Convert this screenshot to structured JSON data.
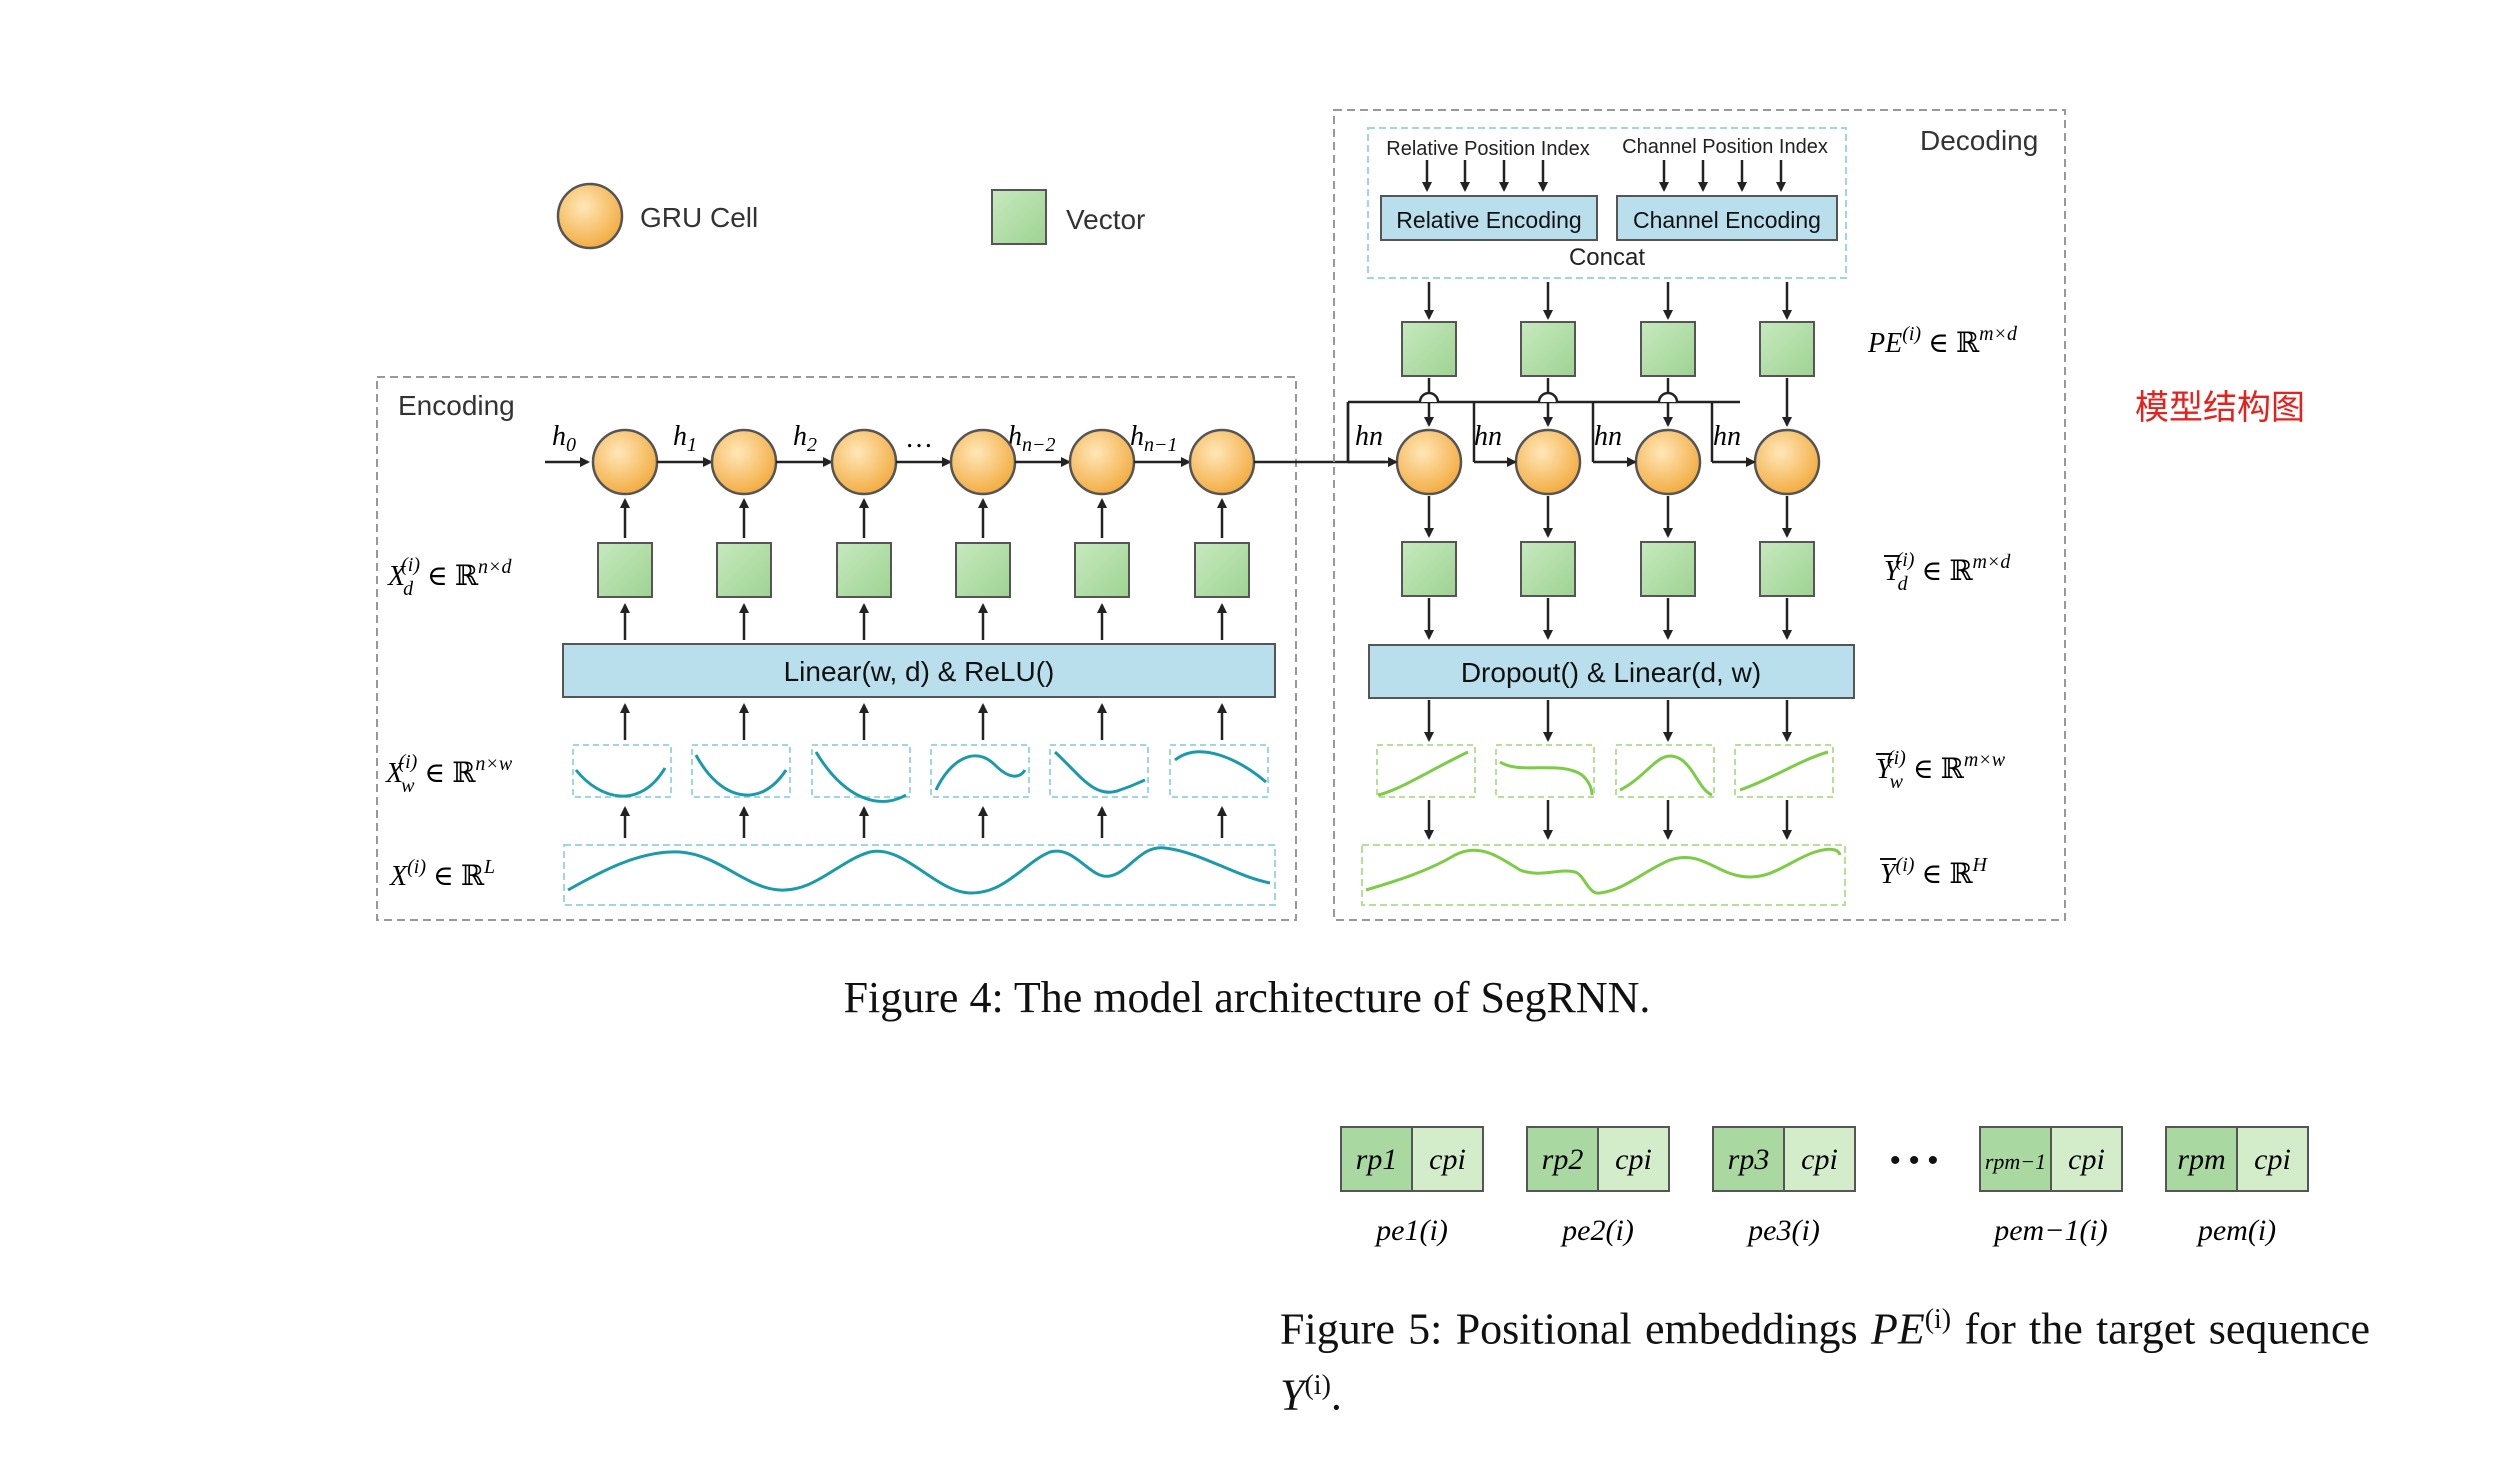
{
  "legend": {
    "gru_cell": "GRU Cell",
    "vector": "Vector"
  },
  "encoding": {
    "title": "Encoding",
    "hidden_labels": [
      "h0",
      "h1",
      "h2",
      "…",
      "hn−2",
      "hn−1"
    ],
    "linear_label": "Linear(w, d) & ReLU()",
    "xd_label": "X_d^(i) ∈ ℝ^(n×d)",
    "xw_label": "X_w^(i) ∈ ℝ^(n×w)",
    "x_label": "X^(i) ∈ ℝ^L"
  },
  "decoding": {
    "title": "Decoding",
    "relative_index": "Relative Position Index",
    "channel_index": "Channel Position Index",
    "relative_encoding": "Relative Encoding",
    "channel_encoding": "Channel Encoding",
    "concat": "Concat",
    "pe_label": "PE^(i) ∈ ℝ^(m×d)",
    "hn_label": "hn",
    "dropout_label": "Dropout() & Linear(d, w)",
    "yd_label": "Ȳ_d^(i) ∈ ℝ^(m×d)",
    "yw_label": "Ȳ_w^(i) ∈ ℝ^(m×w)",
    "y_label": "Ȳ^(i) ∈ ℝ^H"
  },
  "figure4_caption": "Figure 4: The model architecture of SegRNN.",
  "side_note": "模型结构图",
  "figure5": {
    "blocks": [
      {
        "rp": "rp1",
        "cp": "cpi",
        "pe": "pe1(i)"
      },
      {
        "rp": "rp2",
        "cp": "cpi",
        "pe": "pe2(i)"
      },
      {
        "rp": "rp3",
        "cp": "cpi",
        "pe": "pe3(i)"
      },
      {
        "rp": "rpm−1",
        "cp": "cpi",
        "pe": "pem−1(i)"
      },
      {
        "rp": "rpm",
        "cp": "cpi",
        "pe": "pem(i)"
      }
    ],
    "ellipsis": "• • •",
    "caption_prefix": "Figure 5: Positional embeddings",
    "caption_middle": "for the target sequence",
    "caption_pe": "PE",
    "caption_y": "Y",
    "caption_sup": "(i)",
    "caption_end": "."
  },
  "colors": {
    "gru_fill": "#f4b44e",
    "vector_fill": "#a9d8a0",
    "linear_fill": "#b9dfec",
    "enc_wave": "#1b9aaa",
    "dec_wave": "#7ccc45",
    "side_note": "#e8201c"
  }
}
